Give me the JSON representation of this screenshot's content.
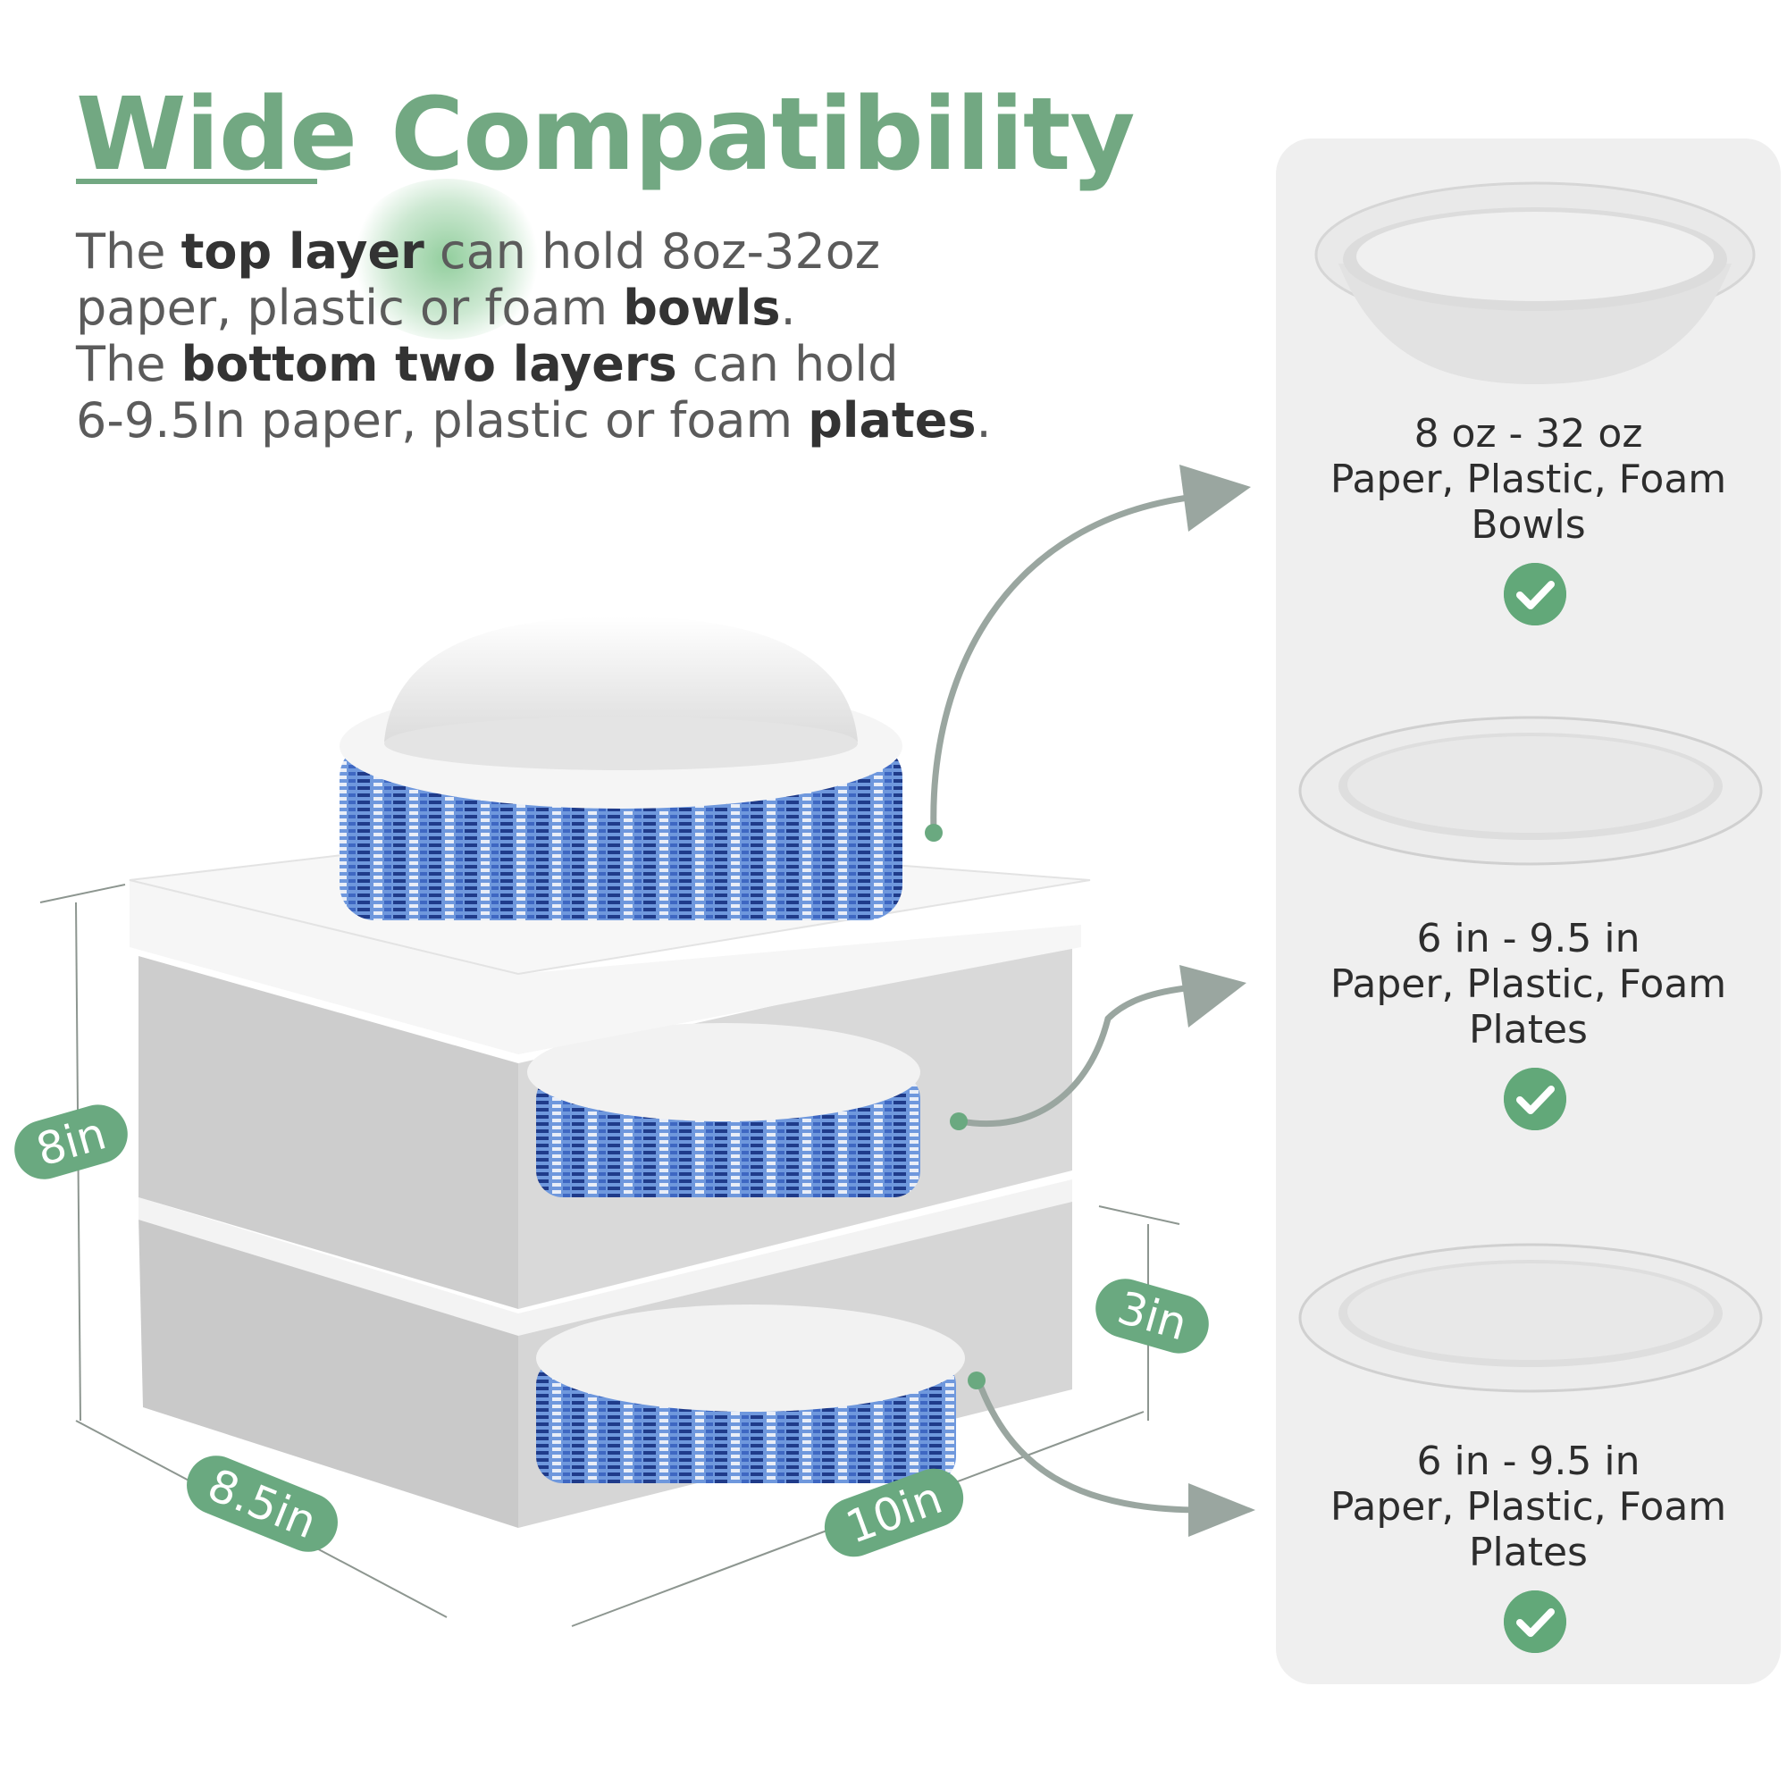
{
  "headline": {
    "word_1": "Wide",
    "word_2": "Compatibility",
    "color": "#72a882"
  },
  "description": {
    "line_1": {
      "a": "The ",
      "b": "top layer",
      "c": " can hold 8oz-32oz"
    },
    "line_2": {
      "a": "paper, plastic or foam ",
      "b": "bowls",
      "c": "."
    },
    "line_3": {
      "a": "The ",
      "b": "bottom two layers",
      "c": " can hold"
    },
    "line_4": {
      "a": "6-9.5In paper, plastic or foam ",
      "b": "plates",
      "c": "."
    }
  },
  "compatibility_items": [
    {
      "size": "8 oz - 32 oz",
      "material": "Paper, Plastic, Foam",
      "type": "Bowls",
      "icon": "check-icon"
    },
    {
      "size": "6 in - 9.5 in",
      "material": "Paper, Plastic, Foam",
      "type": "Plates",
      "icon": "check-icon"
    },
    {
      "size": "6 in - 9.5 in",
      "material": "Paper, Plastic, Foam",
      "type": "Plates",
      "icon": "check-icon"
    }
  ],
  "dimensions": {
    "height": "8in",
    "depth": "8.5in",
    "width": "10in",
    "shelf_height": "3in"
  },
  "colors": {
    "accent": "#6aa980",
    "panel": "#efefef",
    "arrow": "#9aa6a0",
    "plate_blue": "#4a78c8"
  }
}
